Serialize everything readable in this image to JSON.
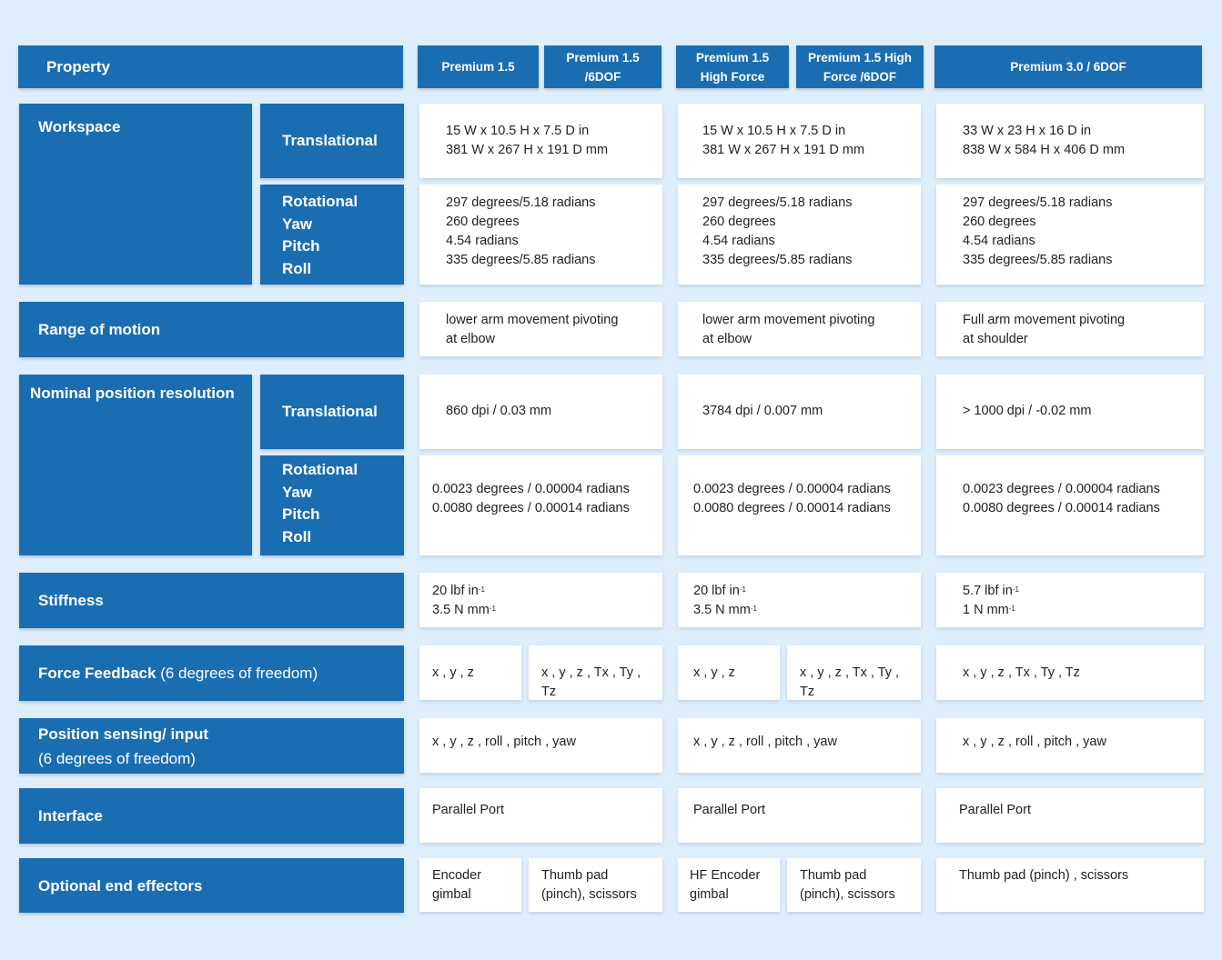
{
  "colors": {
    "background": "#deeefc",
    "header_blue": "#1b6db2",
    "cell_white": "#ffffff"
  },
  "header": {
    "property": "Property",
    "columns": [
      "Premium 1.5",
      "Premium 1.5 /6DOF",
      "Premium 1.5 High  Force",
      "Premium 1.5 High Force /6DOF",
      "Premium 3.0 / 6DOF"
    ]
  },
  "rows": {
    "workspace": {
      "label": "Workspace",
      "translational": {
        "label": "Translational",
        "values": [
          "15 W x 10.5 H x 7.5 D in\n381 W x 267 H x 191 D mm",
          "15 W x 10.5 H x 7.5 D in\n381 W x 267 H x 191 D mm",
          "33 W x 23 H x 16 D in\n838 W x 584 H x 406 D mm"
        ]
      },
      "rotational": {
        "label": "Rotational\nYaw\nPitch\nRoll",
        "values": [
          "297 degrees/5.18 radians\n260 degrees\n4.54 radians\n335 degrees/5.85 radians",
          "297 degrees/5.18 radians\n260 degrees\n4.54 radians\n335 degrees/5.85 radians",
          "297 degrees/5.18 radians\n260 degrees\n4.54 radians\n335 degrees/5.85 radians"
        ]
      }
    },
    "range_of_motion": {
      "label": "Range of motion",
      "values": [
        "lower arm movement pivoting\nat elbow",
        "lower arm movement pivoting\nat elbow",
        "Full arm movement pivoting\nat shoulder"
      ]
    },
    "resolution": {
      "label": "Nominal position resolution",
      "translational": {
        "label": "Translational",
        "values": [
          "860 dpi / 0.03 mm",
          "3784 dpi / 0.007 mm",
          "> 1000 dpi / -0.02 mm"
        ]
      },
      "rotational": {
        "label": "Rotational\nYaw\nPitch\nRoll",
        "values": [
          "0.0023 degrees / 0.00004 radians\n0.0080 degrees / 0.00014 radians",
          "0.0023 degrees / 0.00004 radians\n0.0080 degrees / 0.00014 radians",
          "0.0023 degrees / 0.00004 radians\n0.0080 degrees / 0.00014 radians"
        ]
      }
    },
    "stiffness": {
      "label": "Stiffness",
      "values": [
        {
          "l1": "20 lbf in",
          "l2": "3.5 N mm"
        },
        {
          "l1": "20 lbf in",
          "l2": "3.5 N mm"
        },
        {
          "l1": "5.7 lbf in",
          "l2": "1 N mm"
        }
      ],
      "exponent": "-1"
    },
    "force_feedback": {
      "label": "Force Feedback",
      "sublabel": "(6 degrees of freedom)",
      "values": [
        "x , y , z",
        "x , y , z , Tx , Ty , Tz",
        "x , y , z",
        "x , y , z , Tx , Ty , Tz",
        "x , y , z , Tx , Ty , Tz"
      ]
    },
    "position_sensing": {
      "label": "Position sensing/ input",
      "sublabel": "(6 degrees of freedom)",
      "values": [
        "x , y , z , roll , pitch , yaw",
        "x , y , z , roll , pitch , yaw",
        "x , y , z , roll , pitch , yaw"
      ]
    },
    "interface": {
      "label": "Interface",
      "values": [
        "Parallel Port",
        "Parallel Port",
        "Parallel Port"
      ]
    },
    "end_effectors": {
      "label": "Optional end effectors",
      "values": [
        "Encoder\ngimbal",
        "Thumb pad\n(pinch), scissors",
        "HF Encoder\ngimbal",
        "Thumb pad\n(pinch), scissors",
        "Thumb pad (pinch) , scissors"
      ]
    }
  }
}
